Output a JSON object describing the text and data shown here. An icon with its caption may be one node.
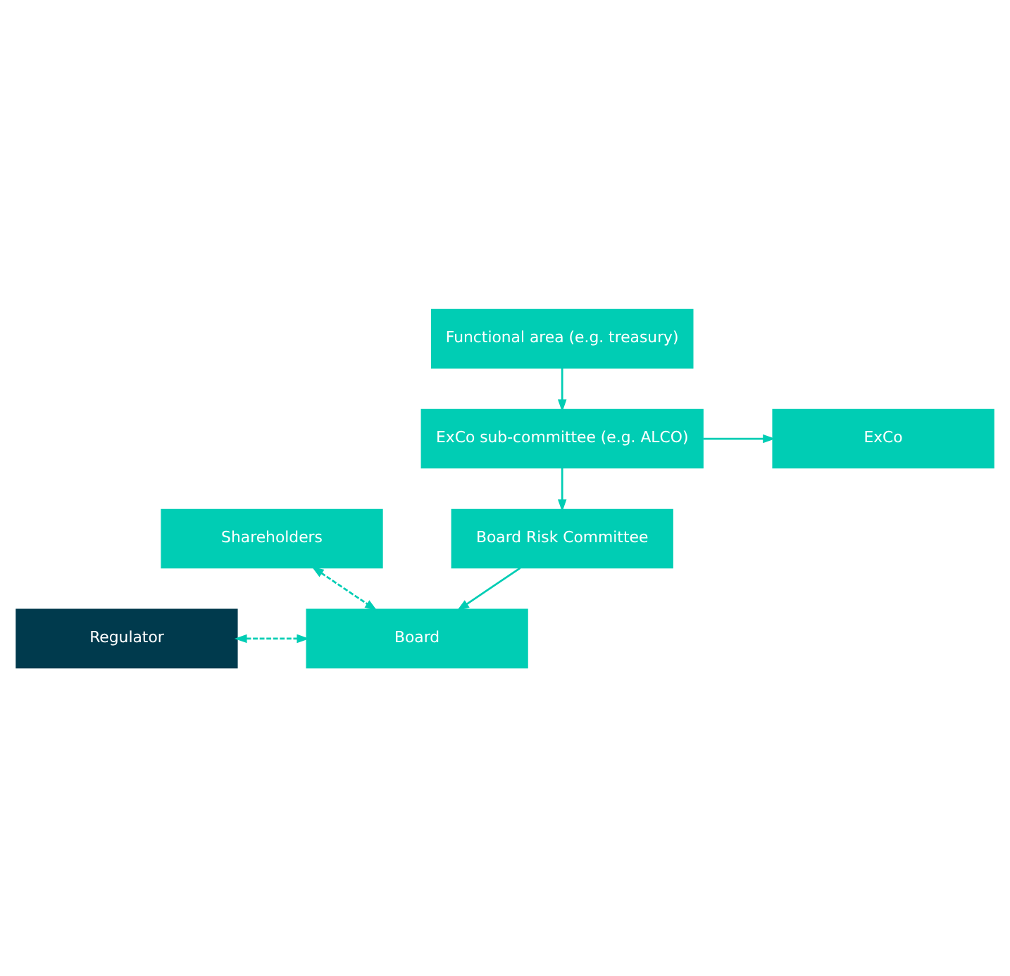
{
  "diagram": {
    "nodes": [
      {
        "text": [
          "Shareholders"
        ]
      },
      {
        "text": [
          "Regulator"
        ]
      },
      {
        "text": [
          "Board"
        ]
      },
      {
        "text": [
          "Board Risk Committee"
        ]
      },
      {
        "text": [
          "ExCo"
        ]
      },
      {
        "text": [
          "ExCo sub-committee (e.g. ALCO)"
        ]
      },
      {
        "text": [
          "Functional area (e.g. treasury)"
        ]
      }
    ],
    "edges": [
      {
        "from": 0,
        "to": 2,
        "arrow": "both",
        "style": "dashed"
      },
      {
        "from": 1,
        "to": 2,
        "arrow": "both",
        "style": "dashed"
      },
      {
        "from": 3,
        "to": 2,
        "arrow": "to"
      },
      {
        "from": 5,
        "to": 3,
        "arrow": "to"
      },
      {
        "from": 5,
        "to": 4,
        "arrow": "to"
      },
      {
        "from": 6,
        "to": 5,
        "arrow": "to"
      }
    ]
  }
}
